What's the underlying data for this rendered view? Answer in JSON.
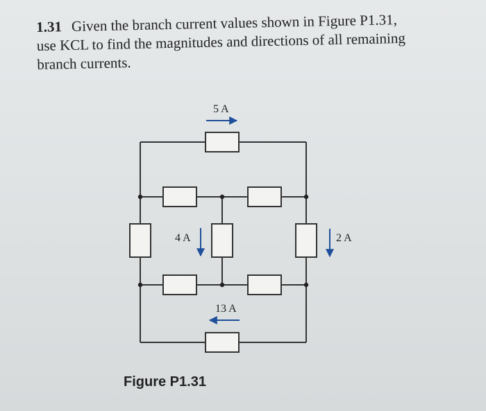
{
  "problem": {
    "number": "1.31",
    "line1": "Given the branch current values shown in Figure P1.31,",
    "line2": "use KCL to find the magnitudes and directions of all remaining",
    "line3": "branch currents."
  },
  "figure": {
    "caption": "Figure P1.31",
    "labels": {
      "top_current": "5 A",
      "left_mid_current": "4 A",
      "right_current": "2 A",
      "bottom_current": "13 A"
    },
    "colors": {
      "wire": "#333333",
      "arrow": "#1f4f9a",
      "page": "#e2e6e7"
    }
  }
}
